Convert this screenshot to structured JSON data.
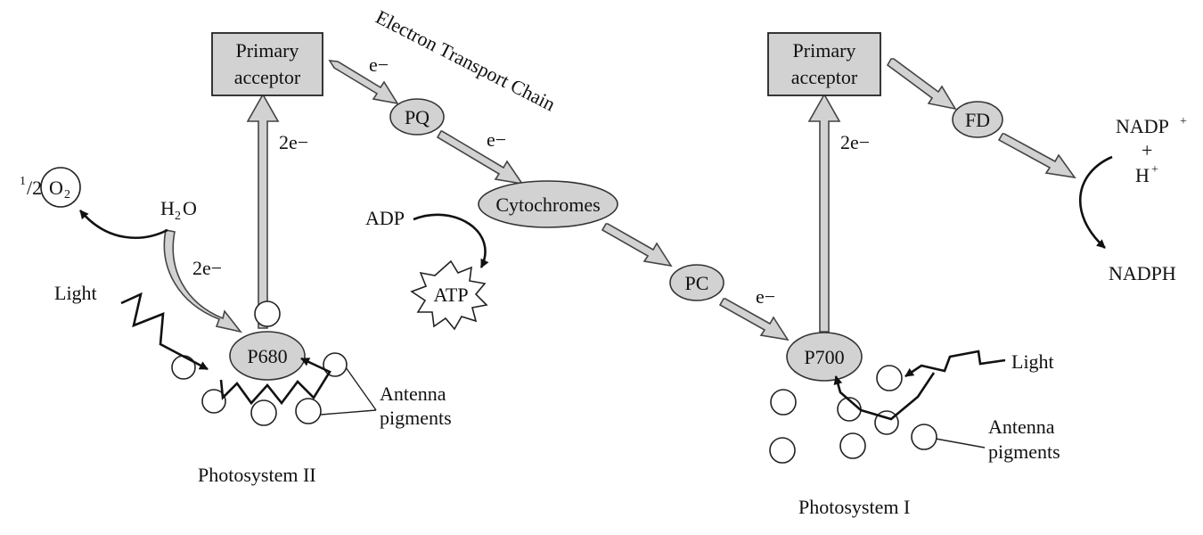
{
  "title": "Electron Transport Chain",
  "electron_labels": {
    "e_acceptor_pq": "e−",
    "e_pq_cyt": "e−",
    "e_pc_p700": "e−",
    "two_e_ps2_up": "2e−",
    "two_e_water": "2e−",
    "two_e_ps1_up": "2e−"
  },
  "photosystem_ii": {
    "acceptor_line1": "Primary",
    "acceptor_line2": "acceptor",
    "reaction_center": "P680",
    "light": "Light",
    "antenna_line1": "Antenna",
    "antenna_line2": "pigments",
    "name": "Photosystem II",
    "water": {
      "h": "H",
      "sub": "2",
      "o": "O"
    },
    "oxygen": {
      "coef_num": "1",
      "coef_den": "/2",
      "o": "O",
      "sub": "2"
    }
  },
  "chain": {
    "pq": "PQ",
    "cytochromes": "Cytochromes",
    "pc": "PC",
    "adp": "ADP",
    "atp": "ATP"
  },
  "photosystem_i": {
    "acceptor_line1": "Primary",
    "acceptor_line2": "acceptor",
    "reaction_center": "P700",
    "fd": "FD",
    "light": "Light",
    "antenna_line1": "Antenna",
    "antenna_line2": "pigments",
    "name": "Photosystem I",
    "nadp": {
      "base": "NADP",
      "charge": "+"
    },
    "plus": "+",
    "proton": {
      "base": "H",
      "charge": "+"
    },
    "nadph": "NADPH"
  }
}
